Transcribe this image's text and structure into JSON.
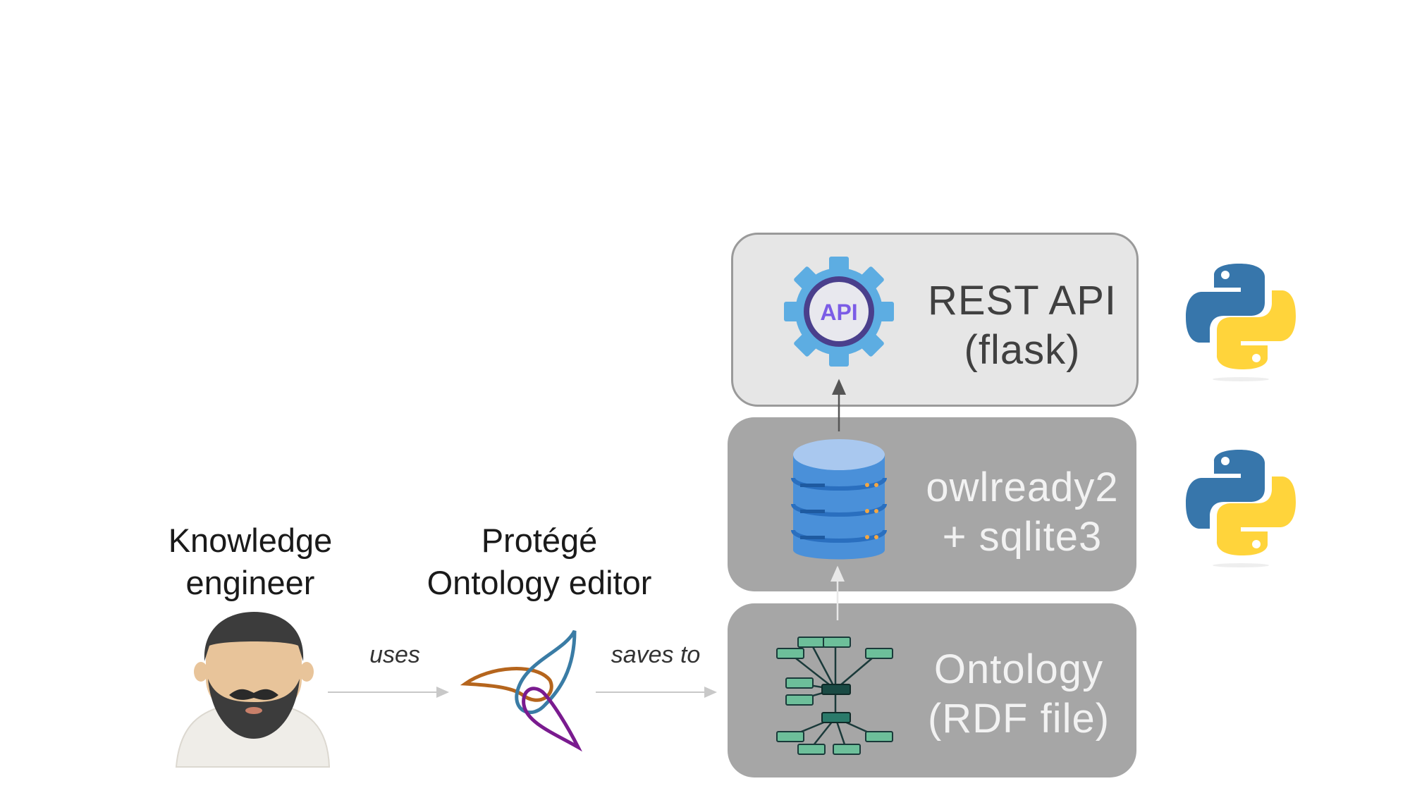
{
  "actors": {
    "knowledge_engineer": {
      "title": "Knowledge\nengineer",
      "icon": "person-icon"
    },
    "protege": {
      "title": "Protégé\nOntology editor",
      "icon": "protege-logo-icon"
    }
  },
  "edges": {
    "uses": "uses",
    "saves_to": "saves to"
  },
  "stack": {
    "rest_api": {
      "label": "REST API\n(flask)",
      "icon": "api-gear-icon",
      "icon_text": "API"
    },
    "owlready": {
      "label": "owlready2\n+ sqlite3",
      "icon": "database-icon"
    },
    "ontology": {
      "label": "Ontology\n(RDF file)",
      "icon": "ontology-graph-icon"
    }
  },
  "side_icons": [
    "python-logo-icon",
    "python-logo-icon"
  ],
  "colors": {
    "rest_box": "#e6e6e6",
    "dark_box": "#a6a6a6",
    "gear": "#5dade2",
    "db": "#4a90d9",
    "onto_node": "#6dbf9a",
    "python_blue": "#3776ab",
    "python_yellow": "#ffd43b"
  }
}
